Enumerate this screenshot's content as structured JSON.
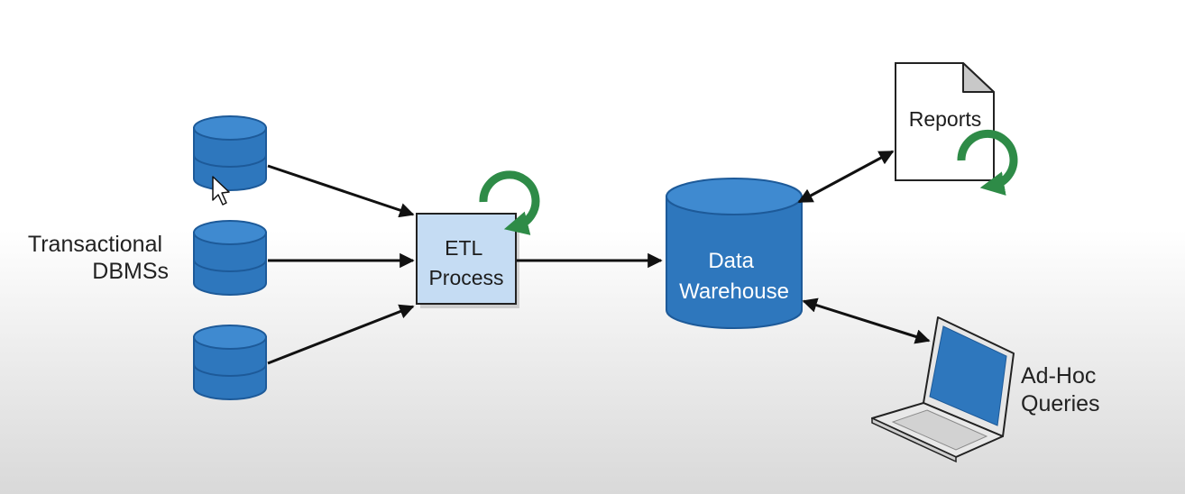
{
  "labels": {
    "sources": [
      "Transactional",
      "DBMSs"
    ],
    "etl": [
      "ETL",
      "Process"
    ],
    "warehouse": [
      "Data",
      "Warehouse"
    ],
    "reports": "Reports",
    "adhoc": [
      "Ad-Hoc",
      "Queries"
    ]
  },
  "colors": {
    "db_blue": "#2e77bd",
    "db_dark": "#1d5a99",
    "etl_fill": "#c5dcf3",
    "cycle_green": "#2e8b47",
    "arrow": "#111111"
  },
  "icons": [
    "database-icon",
    "refresh-icon",
    "document-icon",
    "laptop-icon",
    "cursor-icon"
  ]
}
